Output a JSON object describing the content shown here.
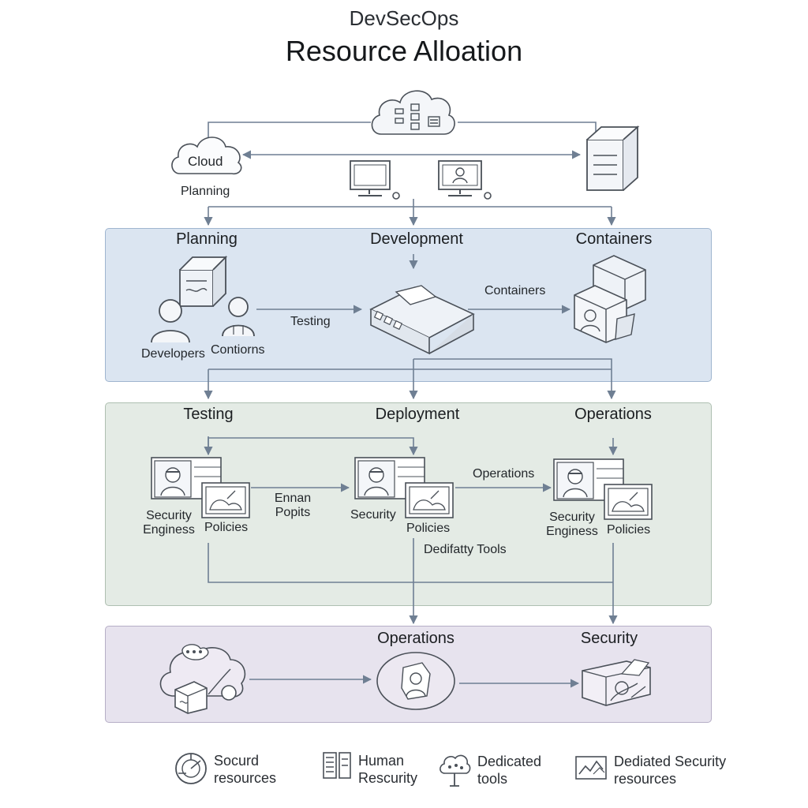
{
  "title": {
    "line1": "DevSecOps",
    "line2": "Resource Alloation"
  },
  "top": {
    "cloud_label": "Cloud",
    "planning_label": "Planning"
  },
  "panel1": {
    "headers": [
      "Planning",
      "Development",
      "Containers"
    ],
    "developers": "Developers",
    "contions": "Contiorns",
    "testing": "Testing",
    "containers_arrow": "Containers"
  },
  "panel2": {
    "headers": [
      "Testing",
      "Deployment",
      "Operations"
    ],
    "col1": {
      "security": "Security\nEnginess",
      "policies": "Policies"
    },
    "col2": {
      "security": "Security",
      "policies": "Policies"
    },
    "col3": {
      "security": "Security\nEnginess",
      "policies": "Policies"
    },
    "arrow1": "Ennan\nPopits",
    "arrow2": "Operations",
    "tools": "Dedifatty Tools"
  },
  "panel3": {
    "headers": [
      "Operations",
      "Security"
    ]
  },
  "legend": [
    {
      "icon": "gauge-icon",
      "text": "Socurd\nresources"
    },
    {
      "icon": "server-rack-icon",
      "text": "Human\nRescurity"
    },
    {
      "icon": "cloud-tree-icon",
      "text": "Dedicated\ntools"
    },
    {
      "icon": "security-chart-icon",
      "text": "Dediated Security\nresources"
    }
  ],
  "colors": {
    "panel1": "#dbe5f1",
    "panel2": "#e4ebe5",
    "panel3": "#e7e3ee",
    "arrow": "#6f7f93",
    "stroke": "#4a5058"
  }
}
